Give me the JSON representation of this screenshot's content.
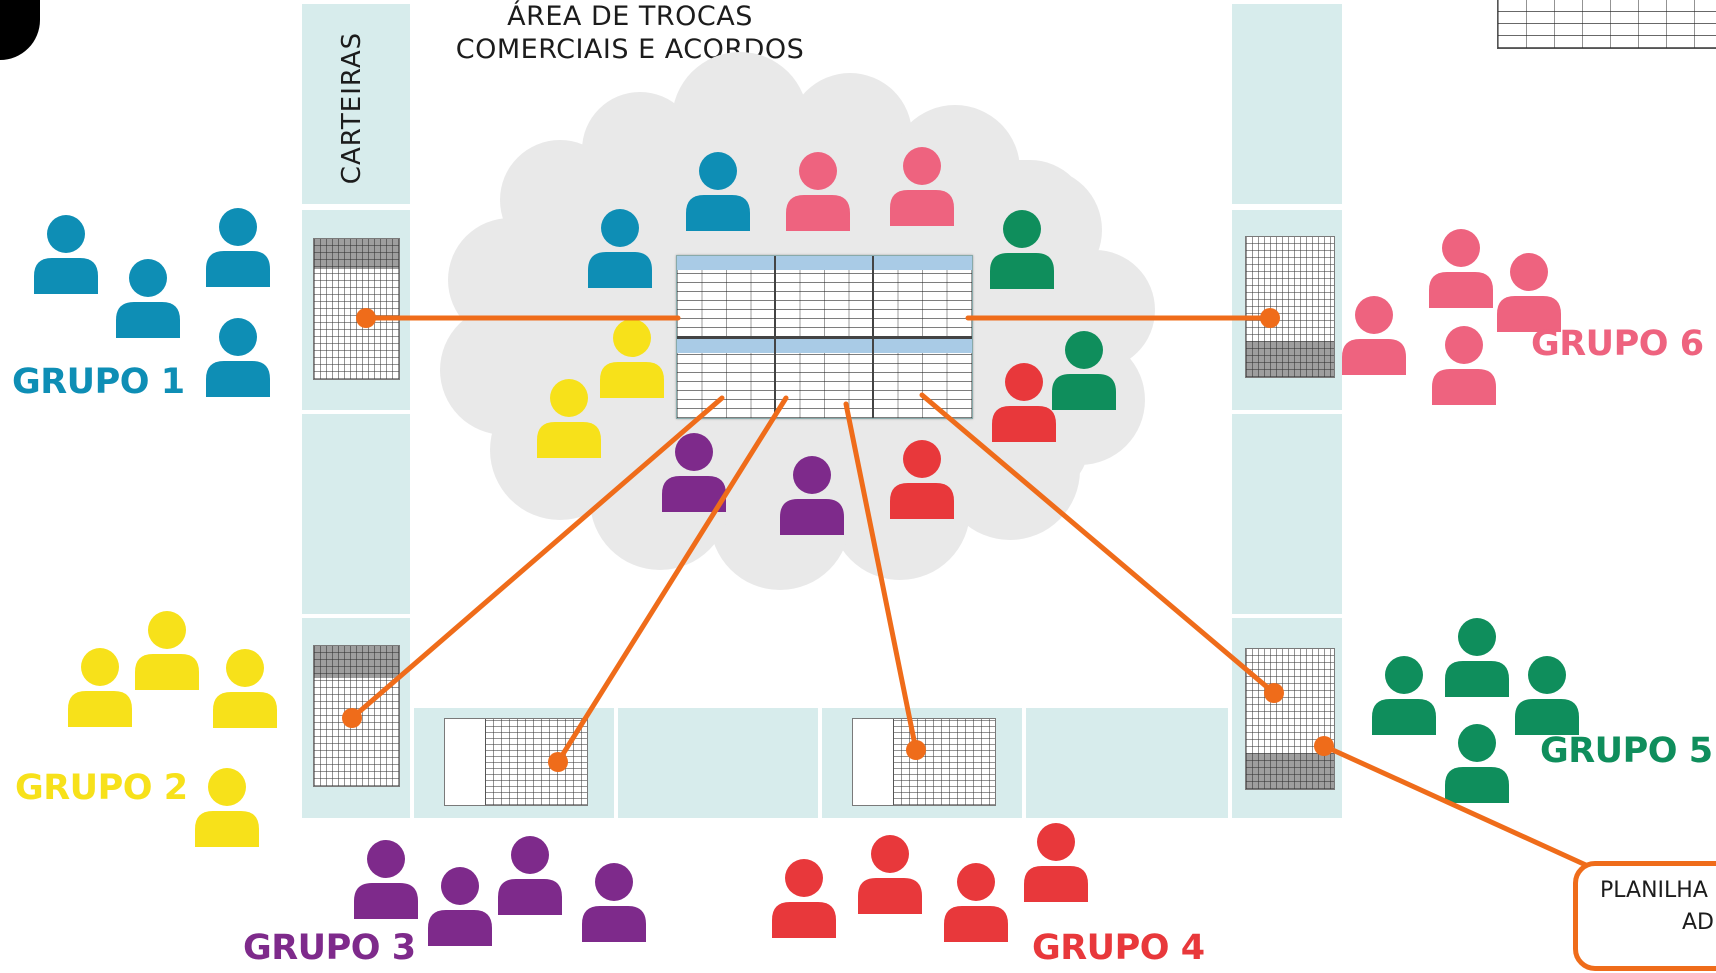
{
  "title": {
    "line1": "ÁREA DE TROCAS",
    "line2": "COMERCIAIS E ACORDOS"
  },
  "side_label": "CARTEIRAS",
  "callout": {
    "line1": "PLANILHA",
    "line2": "AD"
  },
  "groups": [
    {
      "name": "GRUPO 1",
      "color": "#0e8eb5"
    },
    {
      "name": "GRUPO 2",
      "color": "#f7e11a"
    },
    {
      "name": "GRUPO 3",
      "color": "#7e2a8b"
    },
    {
      "name": "GRUPO 4",
      "color": "#e8383b"
    },
    {
      "name": "GRUPO 5",
      "color": "#0f8e5c"
    },
    {
      "name": "GRUPO 6",
      "color": "#ee637f"
    }
  ],
  "colors": {
    "panel": "#d7ecec",
    "cloud": "#e9e9e9",
    "connector": "#ef6c1a"
  }
}
